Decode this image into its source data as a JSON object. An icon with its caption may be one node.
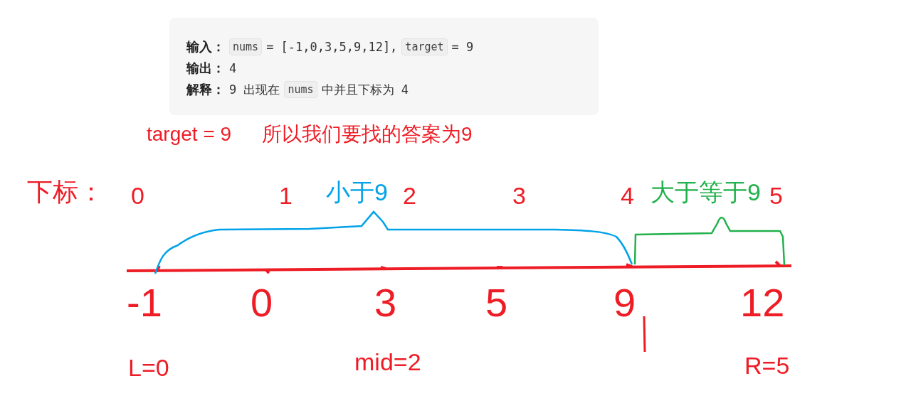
{
  "diagram": {
    "nodes": [
      {
        "text": [
          "输入：",
          "nums",
          "= [-1,0,3,5,9,12],",
          "target",
          "= 9",
          "输出：",
          "4",
          "解释：",
          "9 出现在",
          "nums",
          "中并且下标为 4"
        ]
      }
    ],
    "labels": [
      "target = 9",
      "所以我们要找的答案为9",
      "下标：",
      "0",
      "1",
      "小于9",
      "2",
      "3",
      "4",
      "大于等于9",
      "5",
      "-1",
      "0",
      "3",
      "5",
      "9",
      "12",
      "L=0",
      "mid=2",
      "R=5"
    ]
  }
}
